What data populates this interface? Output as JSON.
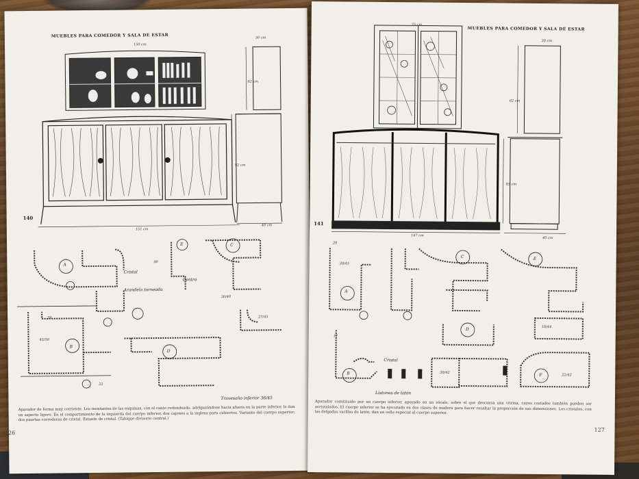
{
  "book": {
    "left_page": {
      "header": "MUEBLES PARA COMEDOR Y SALA DE ESTAR",
      "figure_number": "140",
      "dims": {
        "top_width": "150 cm",
        "depth_top": "30 cm",
        "height_upper": "62 cm",
        "height_lower": "92 cm",
        "bottom_width": "151 cm",
        "bottom_depth": "40 cm"
      },
      "details": [
        "A",
        "B",
        "C",
        "D",
        "E"
      ],
      "labels": {
        "cristal": "Cristal",
        "arandela": "Arandela torneada",
        "centro": "Centro",
        "d40": "40",
        "d3040": "30/40",
        "d20": "20",
        "d4550": "45/50",
        "d2745": "27/45",
        "d22": "22",
        "travesano": "Travesaño inferior 36/45"
      },
      "caption": "Aparador de forma muy corriente. Los montantes de las esquinas, con el canto redondeado, adelgazándose hacia afuera en la parte inferior, le dan un aspecto ligero. En el compartimiento de la izquierda del cuerpo inferior, dos cajones a la inglesa para cubiertos. Variante del cuerpo superior: dos puertas correderas de cristal. Estante de cristal. (Tabique divisorio central.)",
      "page_number": "126"
    },
    "right_page": {
      "header": "MUEBLES PARA COMEDOR Y SALA DE ESTAR",
      "figure_number": "141",
      "dims": {
        "top_width": "75 cm",
        "depth_top": "30 cm",
        "height_upper": "62 cm",
        "height_lower": "85 cm",
        "bottom_width": "147 cm",
        "bottom_depth": "40 cm"
      },
      "details": [
        "A",
        "B",
        "C",
        "D",
        "E",
        "F"
      ],
      "labels": {
        "d20": "20",
        "d3045": "30/45",
        "d17": "17",
        "cristal": "Cristal",
        "listones": "Listones de latón",
        "d3042": "30/42",
        "d1844": "18/44",
        "d2242": "22/42"
      },
      "caption": "Aparador constituido por un cuerpo inferior, apoyado en un zócalo, sobre el que descansa una vitrina, cuyos costados también pueden ser acristalados. El cuerpo inferior se ha ejecutado en dos clases de madera para hacer resaltar la proporción de sus dimensiones. Los cristales, con las delgadas varillas de latón, dan un sello especial al cuerpo superior.",
      "page_number": "127"
    }
  },
  "colors": {
    "paper": "#f1efe7",
    "ink": "#222222",
    "wood": "#6b4a2c"
  }
}
